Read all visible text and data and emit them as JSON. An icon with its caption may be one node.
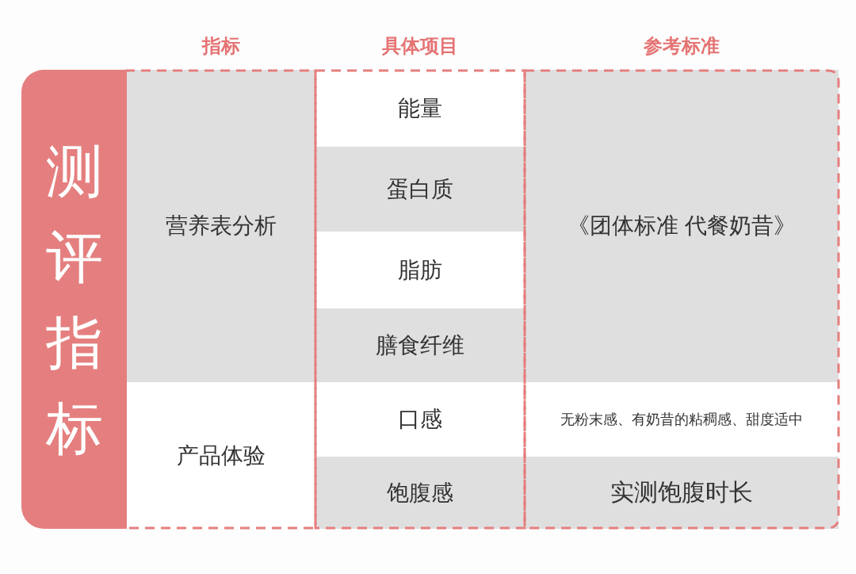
{
  "diagram": {
    "nodes": [
      {
        "text": [
          "测评指标"
        ]
      },
      {
        "text": [
          "营养表分析"
        ]
      },
      {
        "text": [
          "能量"
        ]
      },
      {
        "text": [
          "蛋白质"
        ]
      },
      {
        "text": [
          "脂肪"
        ]
      },
      {
        "text": [
          "膳食纤维"
        ]
      },
      {
        "text": [
          "《团体标准 代餐奶昔》"
        ]
      },
      {
        "text": [
          "产品体验"
        ]
      },
      {
        "text": [
          "口感"
        ]
      },
      {
        "text": [
          "饱腹感"
        ]
      },
      {
        "text": [
          "无粉末感、有奶昔的粘稠感、甜度适中"
        ]
      },
      {
        "text": [
          "实测饱腹时长"
        ]
      }
    ],
    "labels": [
      "指标",
      "具体项目",
      "参考标准"
    ]
  }
}
